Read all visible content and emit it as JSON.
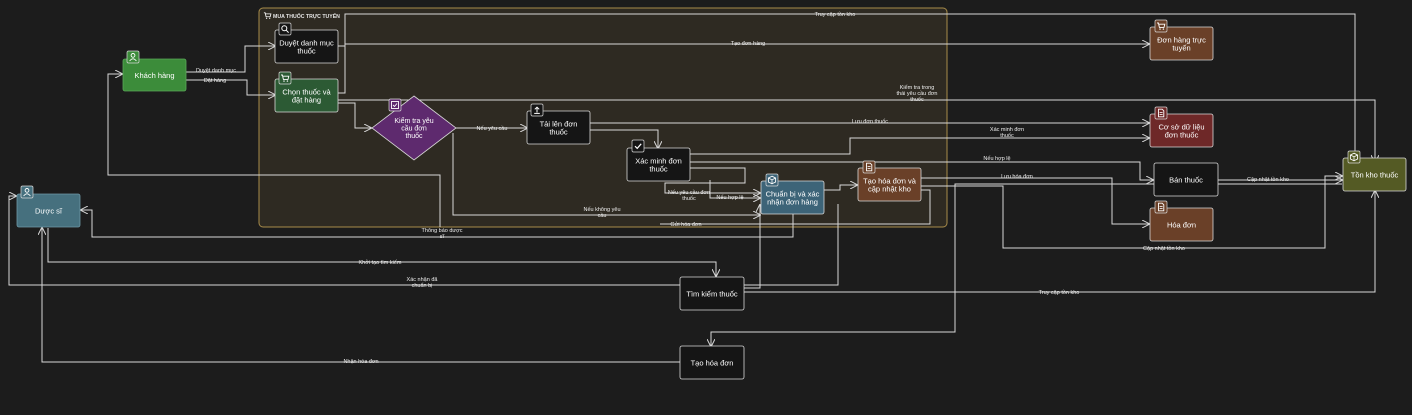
{
  "group": {
    "label": "MUA THUỐC TRỰC TUYẾN"
  },
  "nodes": {
    "khach_hang": [
      "Khách hàng"
    ],
    "duoc_si": [
      "Dược sĩ"
    ],
    "duyet_danh_muc": [
      "Duyệt danh mục",
      "thuốc"
    ],
    "chon_thuoc": [
      "Chọn thuốc và",
      "đặt hàng"
    ],
    "kiem_tra_yeu_cau": [
      "Kiểm tra yêu",
      "cầu đơn",
      "thuốc"
    ],
    "tai_len_don": [
      "Tải lên đơn",
      "thuốc"
    ],
    "xac_minh_don": [
      "Xác minh đơn",
      "thuốc"
    ],
    "chuan_bi": [
      "Chuẩn bị và xác",
      "nhận đơn hàng"
    ],
    "tao_hoa_don_cap_nhat": [
      "Tạo hóa đơn và",
      "cập nhật kho"
    ],
    "don_hang_truc_tuyen": [
      "Đơn hàng trực",
      "tuyến"
    ],
    "co_so_du_lieu": [
      "Cơ sở dữ liệu",
      "đơn thuốc"
    ],
    "ban_thuoc": [
      "Bán thuốc"
    ],
    "hoa_don": [
      "Hóa đơn"
    ],
    "ton_kho": [
      "Tồn kho thuốc"
    ],
    "tim_kiem": [
      "Tìm kiếm thuốc"
    ],
    "tao_hoa_don": [
      "Tạo hóa đơn"
    ]
  },
  "edges": {
    "duyet_danh_muc": [
      "Duyệt danh mục"
    ],
    "dat_hang": [
      "Đặt hàng"
    ],
    "truy_cap_ton_kho_top": [
      "Truy cập tồn kho"
    ],
    "tao_don_hang": [
      "Tạo đơn hàng"
    ],
    "kiem_tra_trong": [
      "Kiểm tra trong",
      "thái yêu cầu đơn",
      "thuốc"
    ],
    "neu_yeu_cau": [
      "Nếu yêu cầu"
    ],
    "luu_don_thuoc": [
      "Lưu đơn thuốc"
    ],
    "xac_minh_don": [
      "Xác minh đơn",
      "thuốc"
    ],
    "neu_hop_le_1": [
      "Nếu hợp lệ"
    ],
    "neu_yeu_cau_don": [
      "Nếu yêu cầu đơn",
      "thuốc"
    ],
    "neu_hop_le_2": [
      "Nếu hợp lệ"
    ],
    "luu_hoa_don": [
      "Lưu hóa đơn"
    ],
    "cap_nhat_ton_kho_1": [
      "Cập nhật tồn kho"
    ],
    "neu_khong_yeu_cau": [
      "Nếu không yêu",
      "cầu"
    ],
    "gui_hoa_don": [
      "Gửi hóa đơn"
    ],
    "thong_bao": [
      "Thông báo dược",
      "sĩ"
    ],
    "cap_nhat_ton_kho_2": [
      "Cập nhật tồn kho"
    ],
    "khoi_tao_tim_kiem": [
      "Khởi tạo tìm kiếm"
    ],
    "xac_nhan_da": [
      "Xác nhận đã",
      "chuẩn bị"
    ],
    "truy_cap_ton_kho_bottom": [
      "Truy cập tồn kho"
    ],
    "nhan_hoa_don": [
      "Nhận hóa đơn"
    ]
  },
  "colors": {
    "background": "#1c1c1c",
    "group_fill": "#2e2a22",
    "group_stroke": "#a88c4a",
    "edge": "#d8d8d8",
    "person_green": "#3c8c3a",
    "person_blue": "#46707e",
    "process_dark": "#151515",
    "process_green": "#2c5a34",
    "decision_purple": "#5e2a6e",
    "process_blue": "#3d6478",
    "process_orange": "#6a4028",
    "data_red": "#6e2828",
    "store_olive": "#545a24"
  },
  "icons": {
    "khach_hang": "user-icon",
    "duoc_si": "user-icon",
    "duyet_danh_muc": "search-icon",
    "chon_thuoc": "cart-icon",
    "kiem_tra_yeu_cau": "checklist-icon",
    "tai_len_don": "upload-icon",
    "xac_minh_don": "check-icon",
    "chuan_bi": "package-icon",
    "tao_hoa_don_cap_nhat": "document-icon",
    "don_hang_truc_tuyen": "cart-icon",
    "co_so_du_lieu": "document-icon",
    "hoa_don": "document-icon",
    "ton_kho": "package-icon",
    "group": "cart-icon"
  }
}
